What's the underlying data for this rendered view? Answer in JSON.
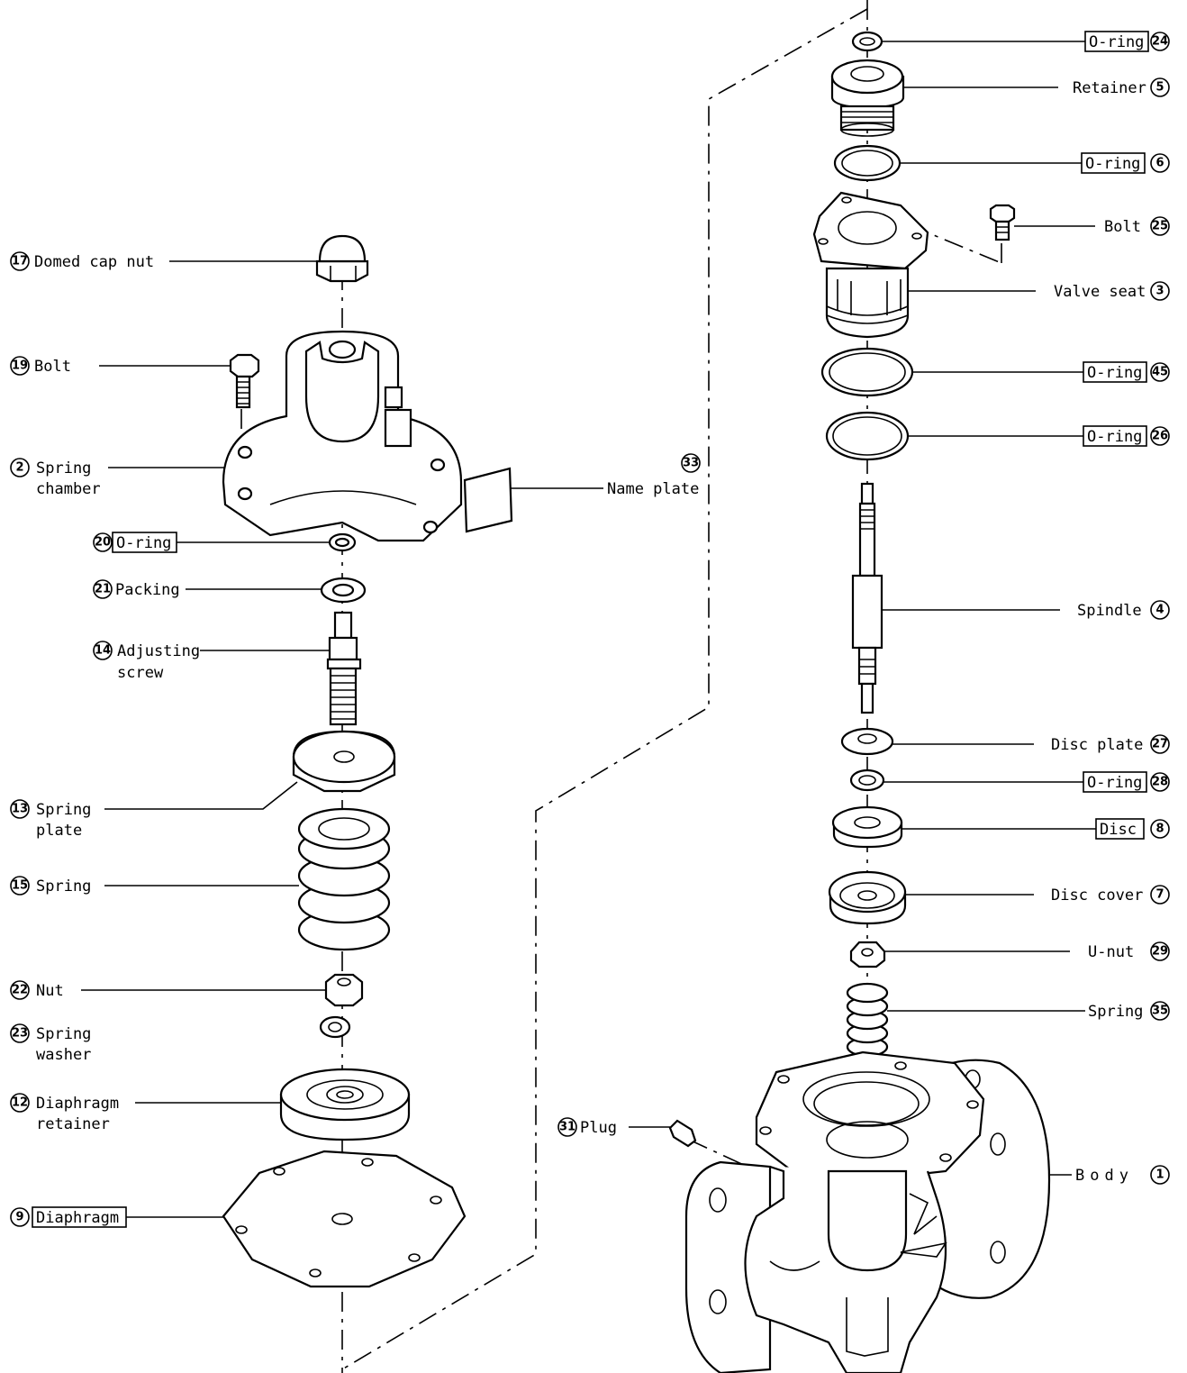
{
  "callouts": {
    "c17": {
      "num": "17",
      "label": "Domed cap nut",
      "boxed": false
    },
    "c19": {
      "num": "19",
      "label": "Bolt",
      "boxed": false
    },
    "c2": {
      "num": "2",
      "label": "Spring",
      "label2": "chamber",
      "boxed": false
    },
    "c20": {
      "num": "20",
      "label": "O-ring",
      "boxed": true
    },
    "c21": {
      "num": "21",
      "label": "Packing",
      "boxed": false
    },
    "c14": {
      "num": "14",
      "label": "Adjusting",
      "label2": "screw",
      "boxed": false
    },
    "c13": {
      "num": "13",
      "label": "Spring",
      "label2": "plate",
      "boxed": false
    },
    "c15": {
      "num": "15",
      "label": "Spring",
      "boxed": false
    },
    "c22": {
      "num": "22",
      "label": "Nut",
      "boxed": false
    },
    "c23": {
      "num": "23",
      "label": "Spring",
      "label2": "washer",
      "boxed": false
    },
    "c12": {
      "num": "12",
      "label": "Diaphragm",
      "label2": "retainer",
      "boxed": false
    },
    "c9": {
      "num": "9",
      "label": "Diaphragm",
      "boxed": true
    },
    "c33": {
      "num": "33",
      "label": "Name plate",
      "boxed": false
    },
    "c24": {
      "num": "24",
      "label": "O-ring",
      "boxed": true
    },
    "c5": {
      "num": "5",
      "label": "Retainer",
      "boxed": false
    },
    "c6": {
      "num": "6",
      "label": "O-ring",
      "boxed": true
    },
    "c25": {
      "num": "25",
      "label": "Bolt",
      "boxed": false
    },
    "c3": {
      "num": "3",
      "label": "Valve seat",
      "boxed": false
    },
    "c45": {
      "num": "45",
      "label": "O-ring",
      "boxed": true
    },
    "c26": {
      "num": "26",
      "label": "O-ring",
      "boxed": true
    },
    "c4": {
      "num": "4",
      "label": "Spindle",
      "boxed": false
    },
    "c27": {
      "num": "27",
      "label": "Disc plate",
      "boxed": false
    },
    "c28": {
      "num": "28",
      "label": "O-ring",
      "boxed": true
    },
    "c8": {
      "num": "8",
      "label": "Disc",
      "boxed": true
    },
    "c7": {
      "num": "7",
      "label": "Disc cover",
      "boxed": false
    },
    "c29": {
      "num": "29",
      "label": "U-nut",
      "boxed": false
    },
    "c35": {
      "num": "35",
      "label": "Spring",
      "boxed": false
    },
    "c31": {
      "num": "31",
      "label": "Plug",
      "boxed": false
    },
    "c1": {
      "num": "1",
      "label": "Body",
      "boxed": false
    }
  }
}
